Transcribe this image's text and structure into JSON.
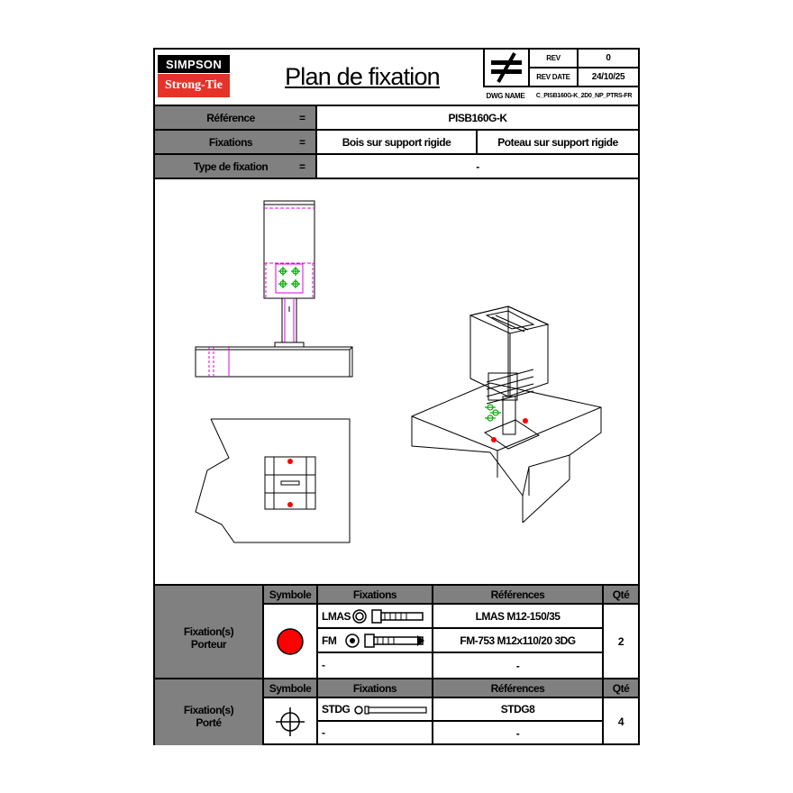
{
  "header": {
    "brand_top": "SIMPSON",
    "brand_bottom": "Strong-Tie",
    "title": "Plan de fixation",
    "rev_label": "REV",
    "rev_value": "0",
    "rev_date_label": "REV DATE",
    "rev_date_value": "24/10/25",
    "dwg_name_label": "DWG NAME",
    "dwg_name_value": "C_PISB160G-K_2D0_NP_PTRS-FR"
  },
  "info": {
    "reference_label": "Référence",
    "reference_value": "PISB160G-K",
    "fixations_label": "Fixations",
    "fixations_value_1": "Bois sur support rigide",
    "fixations_value_2": "Poteau sur support rigide",
    "type_label": "Type de fixation",
    "type_value": "-",
    "equals": "="
  },
  "table1": {
    "section_label_1": "Fixation(s)",
    "section_label_2": "Porteur",
    "col_symbole": "Symbole",
    "col_fixations": "Fixations",
    "col_references": "Références",
    "col_qte": "Qté",
    "rows": [
      {
        "fixation": "LMAS",
        "reference": "LMAS M12-150/35"
      },
      {
        "fixation": "FM",
        "reference": "FM-753 M12x110/20 3DG"
      },
      {
        "fixation": "-",
        "reference": "-"
      }
    ],
    "qty": "2",
    "symbol_color": "#ff0000"
  },
  "table2": {
    "section_label_1": "Fixation(s)",
    "section_label_2": "Porté",
    "col_symbole": "Symbole",
    "col_fixations": "Fixations",
    "col_references": "Références",
    "col_qte": "Qté",
    "rows": [
      {
        "fixation": "STDG",
        "reference": "STDG8"
      },
      {
        "fixation": "-",
        "reference": "-"
      }
    ],
    "qty": "4",
    "symbol_color": "#00aa00"
  },
  "colors": {
    "header_gray": "#808080",
    "brand_red": "#e5332a",
    "magenta": "#e000e0"
  }
}
